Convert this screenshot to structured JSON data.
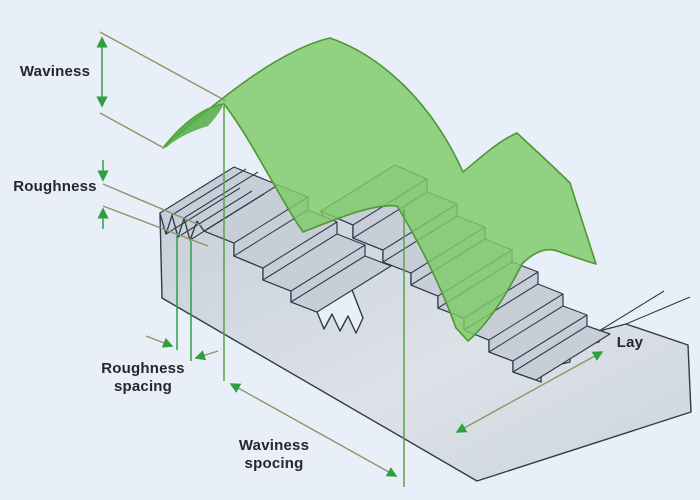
{
  "diagram": {
    "subject": "surface-texture-terminology",
    "annotations": [
      {
        "name": "waviness",
        "label": "Waviness",
        "kind": "vertical-extent"
      },
      {
        "name": "roughness",
        "label": "Roughness",
        "kind": "vertical-extent"
      },
      {
        "name": "roughness-spacing",
        "label": "Roughness spacing",
        "kind": "horizontal-spacing"
      },
      {
        "name": "waviness-spacing",
        "label": "Waviness spocing",
        "kind": "horizontal-spacing"
      },
      {
        "name": "lay",
        "label": "Lay",
        "kind": "direction"
      }
    ]
  },
  "labels": {
    "waviness": "Waviness",
    "roughness": "Roughness",
    "roughness_spacing_l1": "Roughness",
    "roughness_spacing_l2": "spacing",
    "waviness_spacing_l1": "Waviness",
    "waviness_spacing_l2": "spocing",
    "lay": "Lay"
  },
  "colors": {
    "background": "#e9eff8",
    "block_fill": "#d8dee5",
    "block_edge": "#2f3a4a",
    "surface_green": "#7ecb68",
    "surface_green_edge": "#4f9733",
    "measure_green": "#2f9e41",
    "extension_line": "#8f9468",
    "label_text": "#26262e"
  }
}
